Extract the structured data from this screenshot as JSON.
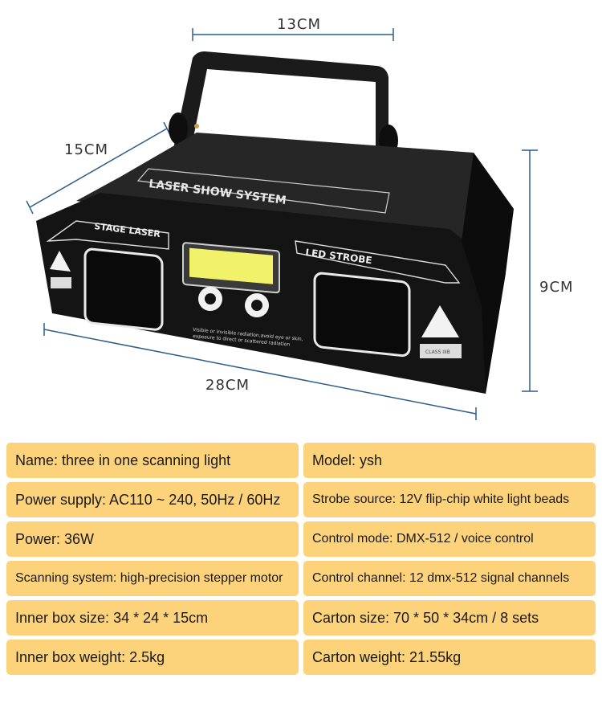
{
  "dimensions": {
    "width_label": "13CM",
    "depth_label": "15CM",
    "height_label": "9CM",
    "length_label": "28CM"
  },
  "device": {
    "top_label": "LASER SHOW SYSTEM",
    "left_label": "STAGE LASER",
    "right_label": "LED STROBE",
    "warning_line1": "Visible or invisible radiation,avoid eye or skin,",
    "warning_line2": "exposure to direct or scattered radiation",
    "class_label": "CLASS IIIB"
  },
  "specs": [
    {
      "left": "Name: three in one scanning light",
      "right": "Model: ysh"
    },
    {
      "left": "Power supply: AC110 ~ 240, 50Hz / 60Hz",
      "right": "Strobe source: 12V flip-chip white light beads"
    },
    {
      "left": "Power: 36W",
      "right": "Control mode: DMX-512 / voice control"
    },
    {
      "left": "Scanning system: high-precision stepper motor",
      "right": "Control channel: 12 dmx-512 signal channels"
    },
    {
      "left": "Inner box size: 34 * 24 * 15cm",
      "right": "Carton size: 70 * 50 * 34cm / 8 sets"
    },
    {
      "left": "Inner box weight: 2.5kg",
      "right": "Carton weight: 21.55kg"
    }
  ],
  "colors": {
    "cell_bg": "#fcd27b",
    "dimension_line": "#2d5d88",
    "device_body": "#141414"
  }
}
